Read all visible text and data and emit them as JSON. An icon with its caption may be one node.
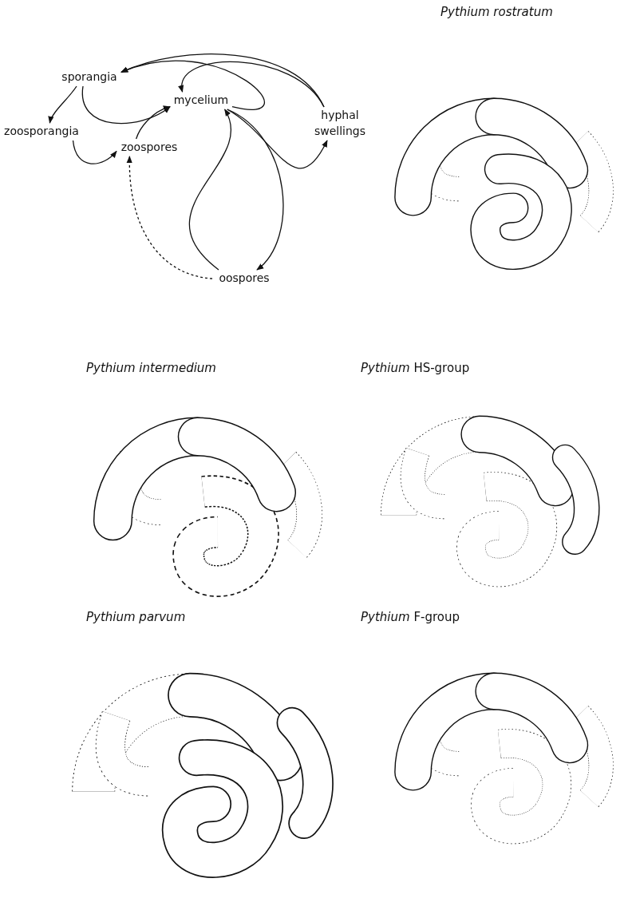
{
  "diagram": {
    "nodes": [
      {
        "text": [
          "sporangia"
        ]
      },
      {
        "text": [
          "mycelium"
        ]
      },
      {
        "text": [
          "hyphal swellings"
        ]
      },
      {
        "text": [
          "zoosporangia"
        ]
      },
      {
        "text": [
          "zoospores"
        ]
      },
      {
        "text": [
          "oospores"
        ]
      }
    ],
    "edges": [
      {
        "from": 2,
        "to": 0,
        "arrow": "to"
      },
      {
        "from": 2,
        "to": 1,
        "arrow": "to"
      },
      {
        "from": 1,
        "to": 0,
        "arrow": "to"
      },
      {
        "from": 1,
        "to": 2,
        "arrow": "to"
      },
      {
        "from": 1,
        "to": 5,
        "arrow": "to"
      },
      {
        "from": 5,
        "to": 1,
        "arrow": "to"
      },
      {
        "from": 0,
        "to": 3,
        "arrow": "to"
      },
      {
        "from": 0,
        "to": 1,
        "arrow": "to"
      },
      {
        "from": 3,
        "to": 4,
        "arrow": "to"
      },
      {
        "from": 4,
        "to": 1,
        "arrow": "to"
      },
      {
        "from": 5,
        "to": 4,
        "arrow": "to",
        "style": "dashed"
      }
    ],
    "labels": [
      "Pythium rostratum",
      "Pythium intermedium",
      "*Pythium* HS-group",
      "Pythium parvum",
      "*Pythium* F-group"
    ]
  }
}
